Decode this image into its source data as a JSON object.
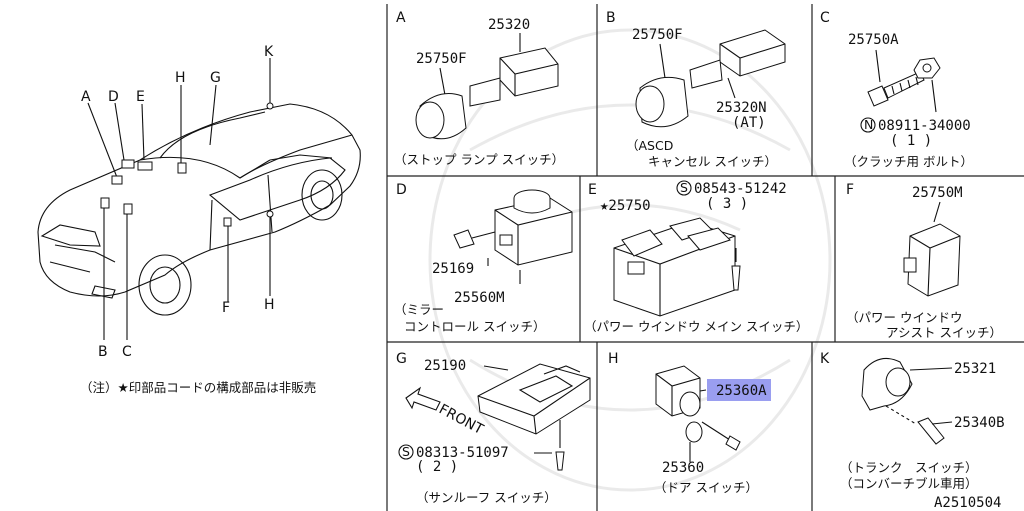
{
  "car": {
    "labels": [
      "A",
      "D",
      "E",
      "H",
      "G",
      "K",
      "B",
      "C",
      "F",
      "H"
    ],
    "note": "（注）★印部品コードの構成部品は非販売"
  },
  "panels": {
    "A": {
      "letter": "A",
      "parts": [
        "25320",
        "25750F"
      ],
      "caption": "（ストップ ランプ スイッチ）"
    },
    "B": {
      "letter": "B",
      "parts": [
        "25750F",
        "25320N",
        "(AT)",
        "（ASCD"
      ],
      "caption": "キャンセル スイッチ）"
    },
    "C": {
      "letter": "C",
      "parts": [
        "25750A",
        "08911-34000",
        "( 1 )"
      ],
      "caption": "（クラッチ用 ボルト）"
    },
    "D": {
      "letter": "D",
      "parts": [
        "25169",
        "25560M"
      ],
      "caption1": "（ミラー",
      "caption2": "コントロール スイッチ）"
    },
    "E": {
      "letter": "E",
      "parts": [
        "08543-51242",
        "( 3 )",
        "★25750"
      ],
      "caption": "（パワー ウインドウ メイン スイッチ）"
    },
    "F": {
      "letter": "F",
      "parts": [
        "25750M"
      ],
      "caption1": "（パワー ウインドウ",
      "caption2": "アシスト スイッチ）"
    },
    "G": {
      "letter": "G",
      "parts": [
        "25190",
        "FRONT",
        "08313-51097",
        "( 2 )"
      ],
      "caption": "（サンルーフ スイッチ）"
    },
    "H": {
      "letter": "H",
      "parts": [
        "25360A",
        "25360"
      ],
      "caption": "（ドア スイッチ）"
    },
    "K": {
      "letter": "K",
      "parts": [
        "25321",
        "25340B"
      ],
      "caption1": "（トランク　スイッチ）",
      "caption2": "（コンバーチブル車用）"
    }
  },
  "code": "A2510504",
  "marks": {
    "s_circle": "S",
    "n_circle": "N"
  },
  "colors": {
    "highlight": "#9a9ef0"
  }
}
